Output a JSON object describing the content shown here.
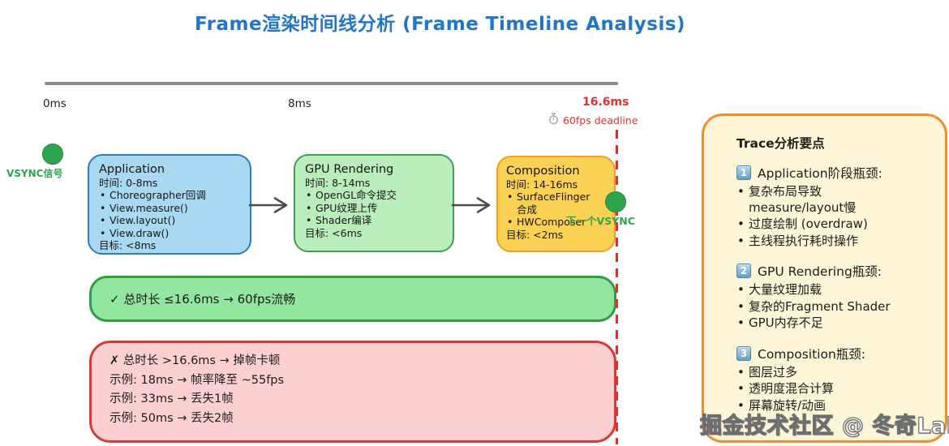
{
  "title": "Frame渲染时间线分析 (Frame Timeline Analysis)",
  "timeline": {
    "tick_start": "0ms",
    "tick_mid": "8ms",
    "tick_end": "16.6ms",
    "deadline_label": "60fps deadline"
  },
  "vsync": {
    "signal_label": "VSYNC信号",
    "next_label": "下一个VSYNC"
  },
  "stages": [
    {
      "name": "Application",
      "time": "时间: 0-8ms",
      "items": [
        "Choreographer回调",
        "View.measure()",
        "View.layout()",
        "View.draw()"
      ],
      "target": "目标: <8ms",
      "fill": "#a8d8f2",
      "border": "#2b7cb8"
    },
    {
      "name": "GPU Rendering",
      "time": "时间: 8-14ms",
      "items": [
        "OpenGL命令提交",
        "GPU纹理上传",
        "Shader编译"
      ],
      "target": "目标: <6ms",
      "fill": "#b9edbb",
      "border": "#3f9e4f"
    },
    {
      "name": "Composition",
      "time": "时间: 14-16ms",
      "items": [
        "SurfaceFlinger\n合成",
        "HWComposer"
      ],
      "target": "目标: <2ms",
      "fill": "#fbd153",
      "border": "#efa023"
    }
  ],
  "outcome_good": {
    "text": "✓ 总时长 ≤16.6ms → 60fps流畅",
    "fill": "#93e6a0",
    "border": "#2f9e44"
  },
  "outcome_bad": {
    "line1": "✗ 总时长 >16.6ms → 掉帧卡顿",
    "line2": "示例: 18ms → 帧率降至 ~55fps",
    "line3": "示例: 33ms → 丢失1帧",
    "line4": "示例: 50ms → 丢失2帧",
    "fill": "#fcd0d0",
    "border": "#d93838"
  },
  "trace_panel": {
    "title": "Trace分析要点",
    "sections": [
      {
        "num": "1",
        "heading": "Application阶段瓶颈:",
        "items": [
          "复杂布局导致\nmeasure/layout慢",
          "过度绘制 (overdraw)",
          "主线程执行耗时操作"
        ]
      },
      {
        "num": "2",
        "heading": "GPU Rendering瓶颈:",
        "items": [
          "大量纹理加载",
          "复杂的Fragment Shader",
          "GPU内存不足"
        ]
      },
      {
        "num": "3",
        "heading": "Composition瓶颈:",
        "items": [
          "图层过多",
          "透明度混合计算",
          "屏幕旋转/动画"
        ]
      }
    ],
    "fill": "#fdf5d7",
    "border": "#ef8e2a"
  },
  "watermark": "掘金技术社区 @ 冬奇Lab",
  "colors": {
    "title_blue": "#2176c7",
    "accent_red": "#e03131",
    "accent_green": "#2da44e",
    "timeline_gray": "#8c8c8c"
  }
}
